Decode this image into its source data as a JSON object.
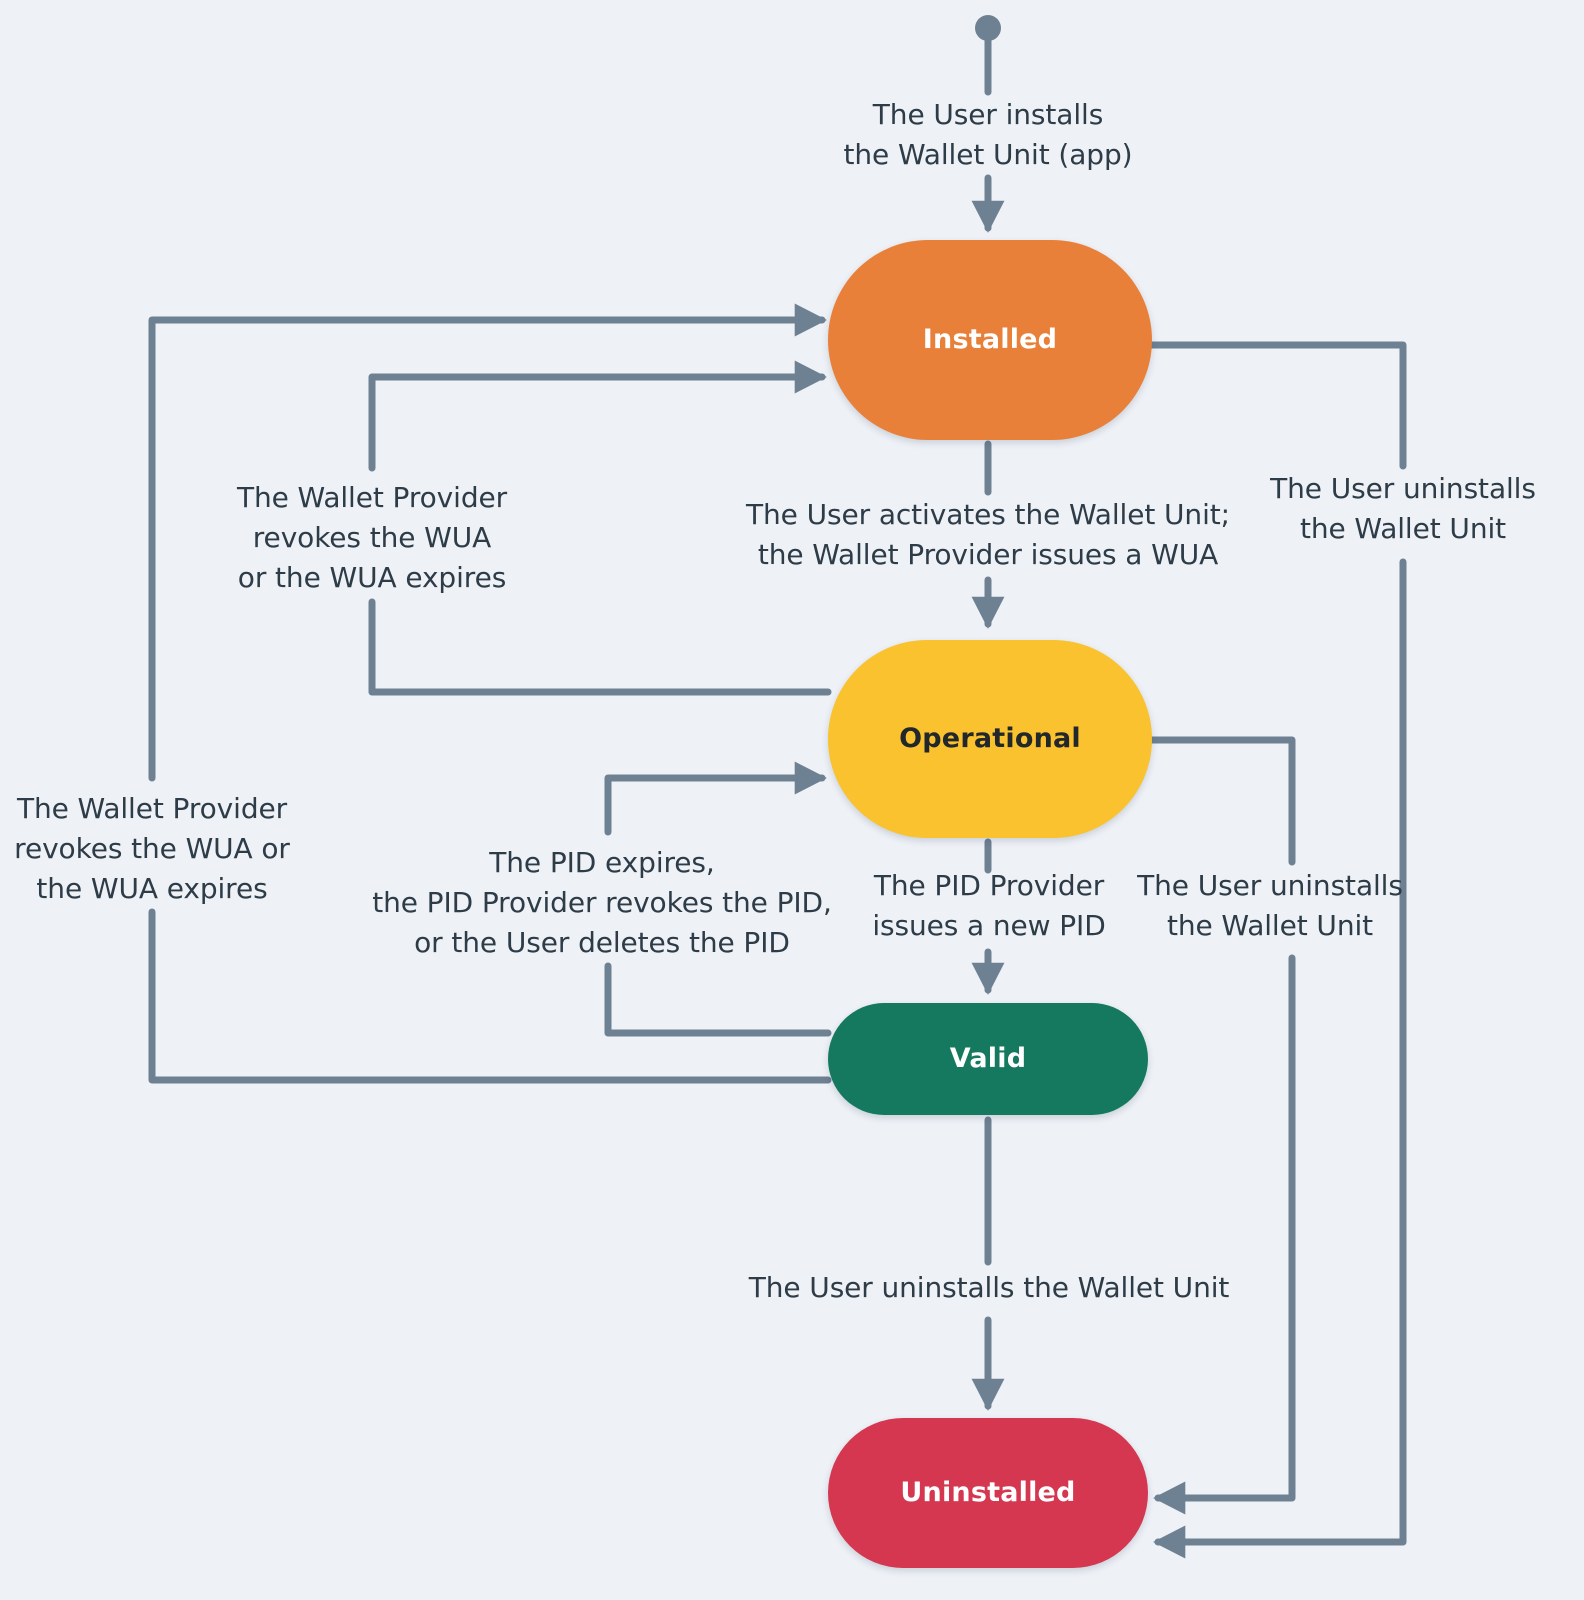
{
  "diagram": {
    "title": "Wallet Unit lifecycle state diagram",
    "background_color": "#eef1f6",
    "edge_color": "#6e8193",
    "label_text_color": "#2e3c48"
  },
  "states": [
    {
      "id": "installed",
      "label": "Installed",
      "color": "#e8803a",
      "text_color": "#ffffff"
    },
    {
      "id": "operational",
      "label": "Operational",
      "color": "#f9c22e",
      "text_color": "#22272b"
    },
    {
      "id": "valid",
      "label": "Valid",
      "color": "#15795f",
      "text_color": "#ffffff"
    },
    {
      "id": "uninstalled",
      "label": "Uninstalled",
      "color": "#d4374f",
      "text_color": "#ffffff"
    }
  ],
  "transitions": [
    {
      "id": "start-to-installed",
      "from": "start",
      "to": "installed",
      "label": "The User installs\nthe Wallet Unit (app)"
    },
    {
      "id": "installed-to-operational",
      "from": "installed",
      "to": "operational",
      "label": "The User activates the Wallet Unit;\nthe Wallet Provider issues a WUA"
    },
    {
      "id": "installed-to-uninstalled",
      "from": "installed",
      "to": "uninstalled",
      "label": "The User uninstalls\nthe Wallet Unit"
    },
    {
      "id": "operational-to-installed",
      "from": "operational",
      "to": "installed",
      "label": "The Wallet Provider\nrevokes the WUA\nor the WUA expires"
    },
    {
      "id": "operational-to-valid",
      "from": "operational",
      "to": "valid",
      "label": "The PID Provider\nissues a new PID"
    },
    {
      "id": "operational-to-uninstalled",
      "from": "operational",
      "to": "uninstalled",
      "label": "The User uninstalls\nthe Wallet Unit"
    },
    {
      "id": "valid-to-installed",
      "from": "valid",
      "to": "installed",
      "label": "The Wallet Provider\nrevokes the WUA or\nthe WUA expires"
    },
    {
      "id": "valid-to-operational",
      "from": "valid",
      "to": "operational",
      "label": "The PID expires,\nthe PID Provider revokes the PID,\nor the User deletes the PID"
    },
    {
      "id": "valid-to-uninstalled",
      "from": "valid",
      "to": "uninstalled",
      "label": "The User uninstalls the Wallet Unit"
    }
  ]
}
